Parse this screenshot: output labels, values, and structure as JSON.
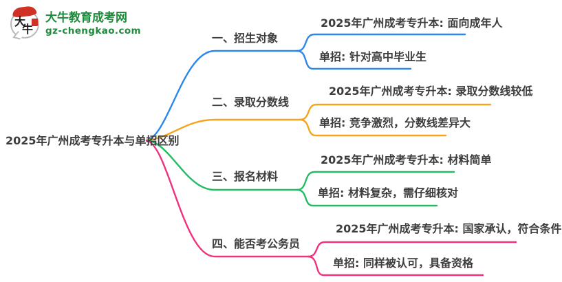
{
  "logo": {
    "icon_text_top": "大",
    "icon_text_bottom": "牛",
    "title": "大牛教育成考网",
    "domain": "gz-chengkao.com",
    "brand_green": "#1e8a3c",
    "brand_red": "#cf3126"
  },
  "mindmap": {
    "root": {
      "label": "2025年广州成考专升本与单招区别"
    },
    "text_color": "#3d3d3d",
    "branches": [
      {
        "label": "一、招生对象",
        "color": "#2b87e9",
        "children": [
          "2025年广州成考专升本: 面向成年人",
          "单招: 针对高中毕业生"
        ]
      },
      {
        "label": "二、录取分数线",
        "color": "#f5a41c",
        "children": [
          "2025年广州成考专升本: 录取分数线较低",
          "单招: 竞争激烈，分数线差异大"
        ]
      },
      {
        "label": "三、报名材料",
        "color": "#22bd62",
        "children": [
          "2025年广州成考专升本: 材料简单",
          "单招: 材料复杂，需仔细核对"
        ]
      },
      {
        "label": "四、能否考公务员",
        "color": "#f0327e",
        "children": [
          "2025年广州成考专升本: 国家承认，符合条件",
          "单招: 同样被认可，具备资格"
        ]
      }
    ]
  }
}
